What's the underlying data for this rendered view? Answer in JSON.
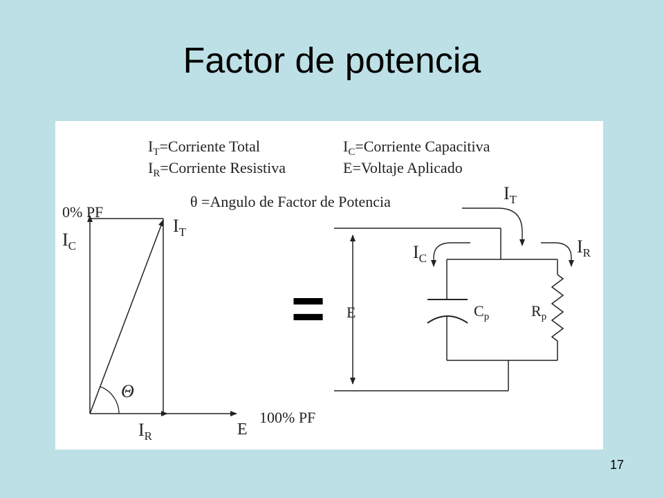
{
  "slide": {
    "title": "Factor de potencia",
    "number": "17",
    "background_color": "#bde0e6"
  },
  "legend": {
    "it_sym": "I",
    "it_sub": "T",
    "it_text": "=Corriente Total",
    "ir_sym": "I",
    "ir_sub": "R",
    "ir_text": "=Corriente Resistiva",
    "ic_sym": "I",
    "ic_sub": "C",
    "ic_text": "=Corriente Capacitiva",
    "e_text": "E=Voltaje Aplicado",
    "theta_text": "θ =Angulo de Factor de Potencia"
  },
  "phasor": {
    "zero_pf": "0% PF",
    "ic_sym": "I",
    "ic_sub": "C",
    "it_sym": "I",
    "it_sub": "T",
    "theta": "Θ",
    "ir_sym": "I",
    "ir_sub": "R",
    "e": "E",
    "hundred_pf": "100% PF"
  },
  "equals": "=",
  "circuit": {
    "it_sym": "I",
    "it_sub": "T",
    "ic_sym": "I",
    "ic_sub": "C",
    "ir_sym": "I",
    "ir_sub": "R",
    "e": "E",
    "cp_sym": "C",
    "cp_sub": "p",
    "rp_sym": "R",
    "rp_sub": "p"
  }
}
